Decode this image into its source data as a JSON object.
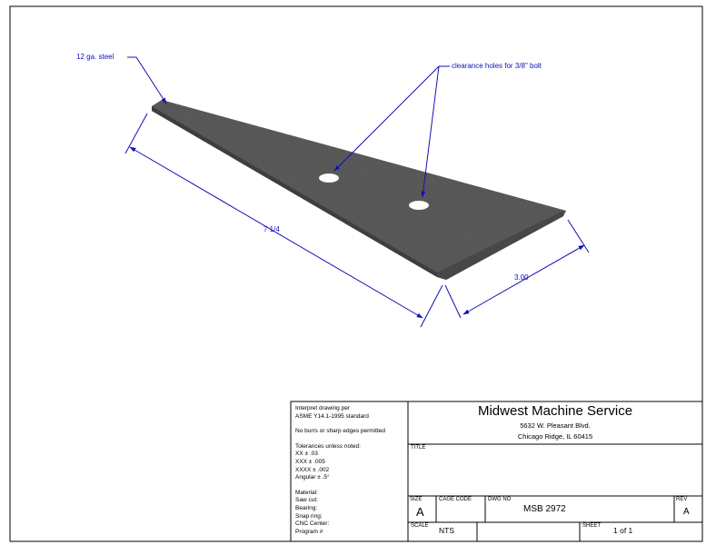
{
  "annotations": {
    "material_callout": "12 ga. steel",
    "holes_callout": "clearance holes for 3/8\" bolt",
    "length_dim": "7 1/4",
    "width_dim": "3.00"
  },
  "notes": {
    "interpret_1": "Interpret drawing per",
    "interpret_2": "ASME Y14.1-1995 standard",
    "burrs": "No burrs or sharp edges permitted",
    "tol_header": "Tolerances unless noted:",
    "tol_xx": "XX ± .03",
    "tol_xxx": "XXX ± .005",
    "tol_xxxx": "XXXX ± .002",
    "tol_angular": "Angular ± .5°",
    "material": "Material:",
    "saw_cut": "Saw cut:",
    "bearing": "Bearing:",
    "snap_ring": "Snap ring:",
    "cnc_center": "CNC Center:",
    "program": "Program #"
  },
  "company": {
    "name": "Midwest Machine Service",
    "address": "5632 W. Pleasant Blvd.",
    "city": "Chicago Ridge, IL 60415"
  },
  "title_block": {
    "title_label": "TITLE",
    "title_value": "",
    "size_label": "SIZE",
    "size_value": "A",
    "cage_label": "CAGE CODE",
    "cage_value": "",
    "dwg_label": "DWG NO",
    "dwg_value": "MSB 2972",
    "rev_label": "REV",
    "rev_value": "A",
    "scale_label": "SCALE",
    "scale_value": "NTS",
    "sheet_label": "SHEET",
    "sheet_value": "1 of 1"
  },
  "colors": {
    "dimension": "#1010b8",
    "plate": "#5c5c5c",
    "border": "#000000"
  }
}
